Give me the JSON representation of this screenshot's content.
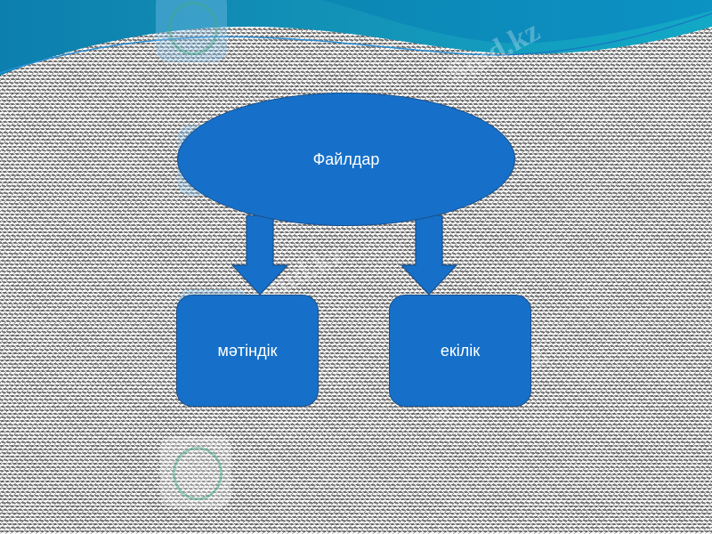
{
  "diagram": {
    "root": {
      "label": "Файлдар"
    },
    "children": [
      {
        "label": "мәтіндік"
      },
      {
        "label": "екілік"
      }
    ],
    "colors": {
      "node_fill": "#1670c9",
      "node_border": "#1a4f8a",
      "node_text": "#ffffff",
      "header_wave_dark": "#0a7bb0",
      "header_wave_light": "#15b3c9"
    }
  },
  "watermark": {
    "text": "Stud.kz"
  }
}
